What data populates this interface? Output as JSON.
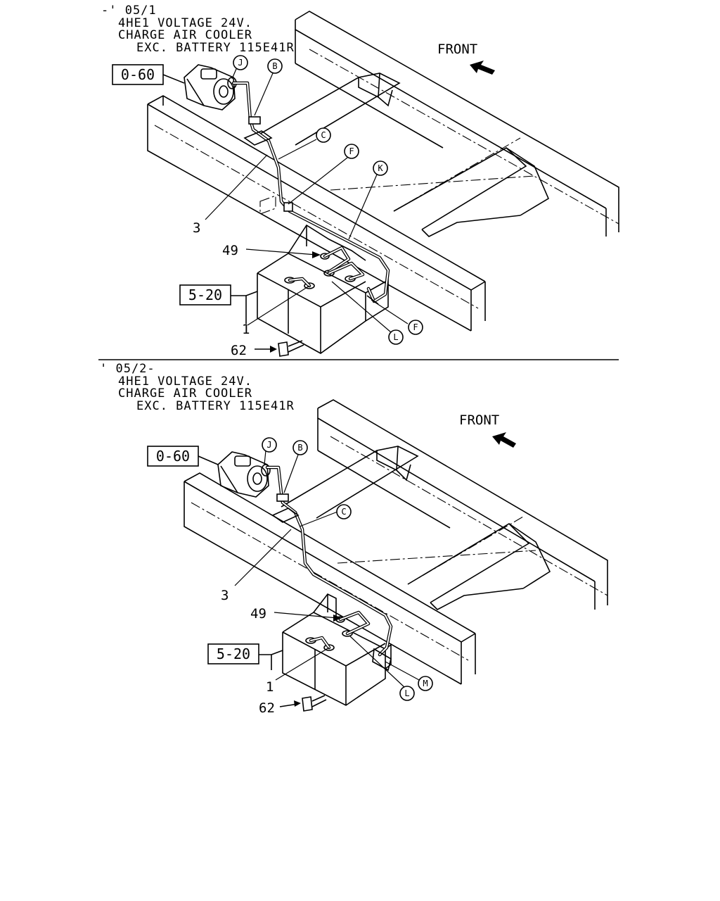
{
  "diagrams": [
    {
      "header": {
        "range": "-' 05/1",
        "line1": "4HE1 VOLTAGE 24V.",
        "line2": "CHARGE AIR COOLER",
        "line3": "EXC. BATTERY 115E41R"
      },
      "front_label": "FRONT",
      "refs": [
        "0-60",
        "5-20"
      ],
      "callouts": [
        "J",
        "B",
        "C",
        "F",
        "K",
        "L",
        "F"
      ],
      "numbers": [
        "3",
        "49",
        "1",
        "62"
      ]
    },
    {
      "header": {
        "range": "' 05/2-",
        "line1": "4HE1 VOLTAGE 24V.",
        "line2": "CHARGE AIR COOLER",
        "line3": "EXC. BATTERY 115E41R"
      },
      "front_label": "FRONT",
      "refs": [
        "0-60",
        "5-20"
      ],
      "callouts": [
        "J",
        "B",
        "C",
        "L",
        "M"
      ],
      "numbers": [
        "3",
        "49",
        "1",
        "62"
      ]
    }
  ]
}
